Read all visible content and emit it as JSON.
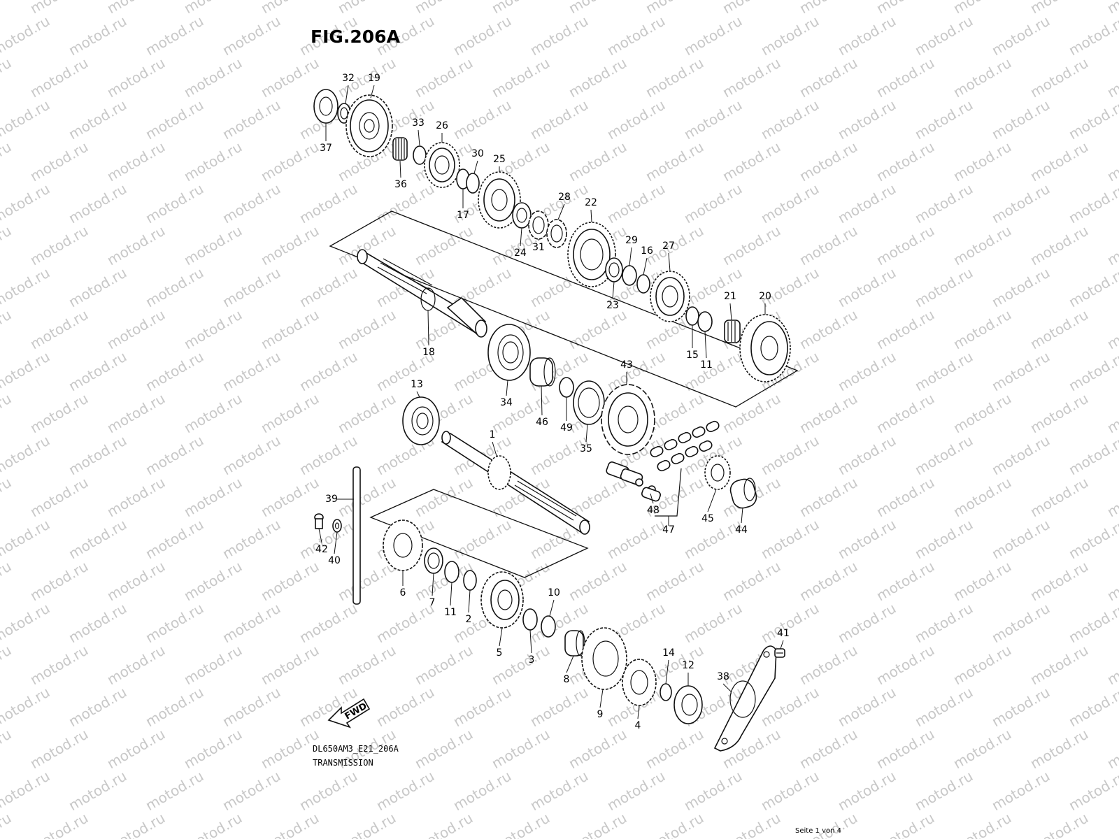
{
  "figure": {
    "title": "FIG.206A",
    "model_code": "DL650AM3_E21_206A",
    "caption": "TRANSMISSION",
    "pager": "Seite 1 von 4",
    "watermark": "motod.ru",
    "fwd_label": "FWD"
  },
  "callouts": [
    {
      "key": "c32",
      "label": "32"
    },
    {
      "key": "c19",
      "label": "19"
    },
    {
      "key": "c37",
      "label": "37"
    },
    {
      "key": "c33",
      "label": "33"
    },
    {
      "key": "c26",
      "label": "26"
    },
    {
      "key": "c36",
      "label": "36"
    },
    {
      "key": "c30",
      "label": "30"
    },
    {
      "key": "c25",
      "label": "25"
    },
    {
      "key": "c17",
      "label": "17"
    },
    {
      "key": "c28",
      "label": "28"
    },
    {
      "key": "c22",
      "label": "22"
    },
    {
      "key": "c24",
      "label": "24"
    },
    {
      "key": "c31",
      "label": "31"
    },
    {
      "key": "c29",
      "label": "29"
    },
    {
      "key": "c16",
      "label": "16"
    },
    {
      "key": "c27",
      "label": "27"
    },
    {
      "key": "c23",
      "label": "23"
    },
    {
      "key": "c21",
      "label": "21"
    },
    {
      "key": "c20",
      "label": "20"
    },
    {
      "key": "c15",
      "label": "15"
    },
    {
      "key": "c11a",
      "label": "11"
    },
    {
      "key": "c18",
      "label": "18"
    },
    {
      "key": "c34",
      "label": "34"
    },
    {
      "key": "c13",
      "label": "13"
    },
    {
      "key": "c43",
      "label": "43"
    },
    {
      "key": "c46",
      "label": "46"
    },
    {
      "key": "c49",
      "label": "49"
    },
    {
      "key": "c35",
      "label": "35"
    },
    {
      "key": "c1",
      "label": "1"
    },
    {
      "key": "c39",
      "label": "39"
    },
    {
      "key": "c48",
      "label": "48"
    },
    {
      "key": "c45",
      "label": "45"
    },
    {
      "key": "c44",
      "label": "44"
    },
    {
      "key": "c47",
      "label": "47"
    },
    {
      "key": "c42",
      "label": "42"
    },
    {
      "key": "c40",
      "label": "40"
    },
    {
      "key": "c6",
      "label": "6"
    },
    {
      "key": "c7",
      "label": "7"
    },
    {
      "key": "c11b",
      "label": "11"
    },
    {
      "key": "c2",
      "label": "2"
    },
    {
      "key": "c10",
      "label": "10"
    },
    {
      "key": "c5",
      "label": "5"
    },
    {
      "key": "c3",
      "label": "3"
    },
    {
      "key": "c41",
      "label": "41"
    },
    {
      "key": "c14",
      "label": "14"
    },
    {
      "key": "c12",
      "label": "12"
    },
    {
      "key": "c38",
      "label": "38"
    },
    {
      "key": "c8",
      "label": "8"
    },
    {
      "key": "c9",
      "label": "9"
    },
    {
      "key": "c4",
      "label": "4"
    }
  ]
}
